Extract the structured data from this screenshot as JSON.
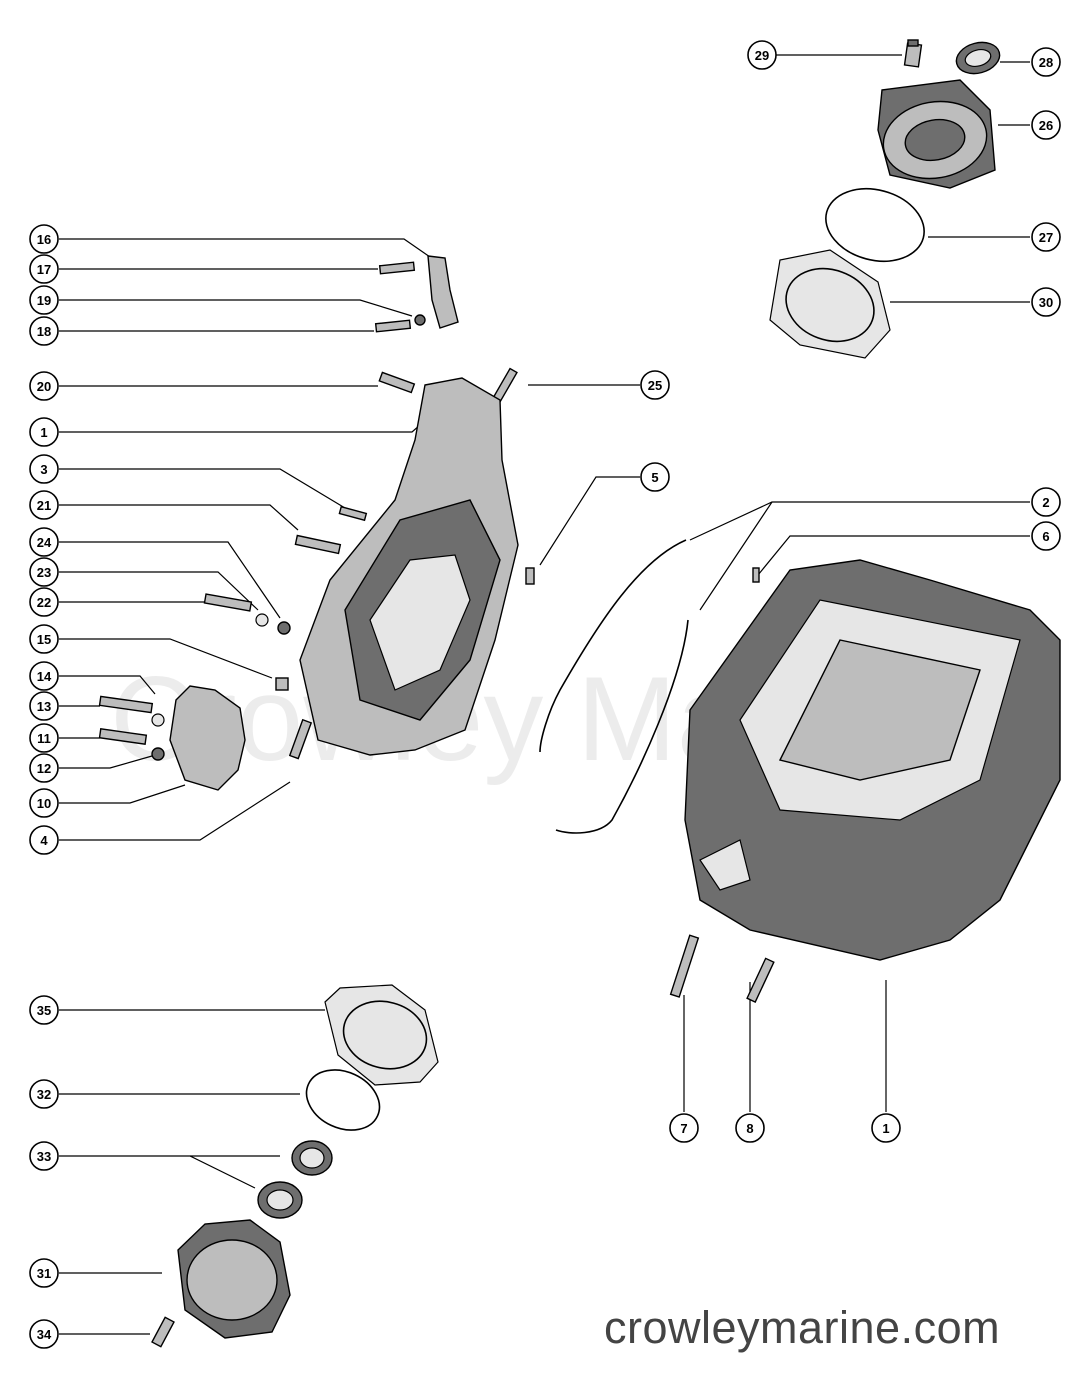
{
  "brand": "crowleymarine.com",
  "watermark": "Crowley Ma",
  "callouts": [
    {
      "id": "29",
      "label": "29"
    },
    {
      "id": "28",
      "label": "28"
    },
    {
      "id": "26",
      "label": "26"
    },
    {
      "id": "27",
      "label": "27"
    },
    {
      "id": "30",
      "label": "30"
    },
    {
      "id": "16",
      "label": "16"
    },
    {
      "id": "17",
      "label": "17"
    },
    {
      "id": "19",
      "label": "19"
    },
    {
      "id": "18",
      "label": "18"
    },
    {
      "id": "20",
      "label": "20"
    },
    {
      "id": "25",
      "label": "25"
    },
    {
      "id": "1a",
      "label": "1"
    },
    {
      "id": "3",
      "label": "3"
    },
    {
      "id": "21",
      "label": "21"
    },
    {
      "id": "24",
      "label": "24"
    },
    {
      "id": "23",
      "label": "23"
    },
    {
      "id": "22",
      "label": "22"
    },
    {
      "id": "15",
      "label": "15"
    },
    {
      "id": "14",
      "label": "14"
    },
    {
      "id": "13",
      "label": "13"
    },
    {
      "id": "11",
      "label": "11"
    },
    {
      "id": "12",
      "label": "12"
    },
    {
      "id": "10",
      "label": "10"
    },
    {
      "id": "4",
      "label": "4"
    },
    {
      "id": "5",
      "label": "5"
    },
    {
      "id": "2",
      "label": "2"
    },
    {
      "id": "6",
      "label": "6"
    },
    {
      "id": "7",
      "label": "7"
    },
    {
      "id": "8",
      "label": "8"
    },
    {
      "id": "1b",
      "label": "1"
    },
    {
      "id": "35",
      "label": "35"
    },
    {
      "id": "32",
      "label": "32"
    },
    {
      "id": "33",
      "label": "33"
    },
    {
      "id": "31",
      "label": "31"
    },
    {
      "id": "34",
      "label": "34"
    }
  ]
}
